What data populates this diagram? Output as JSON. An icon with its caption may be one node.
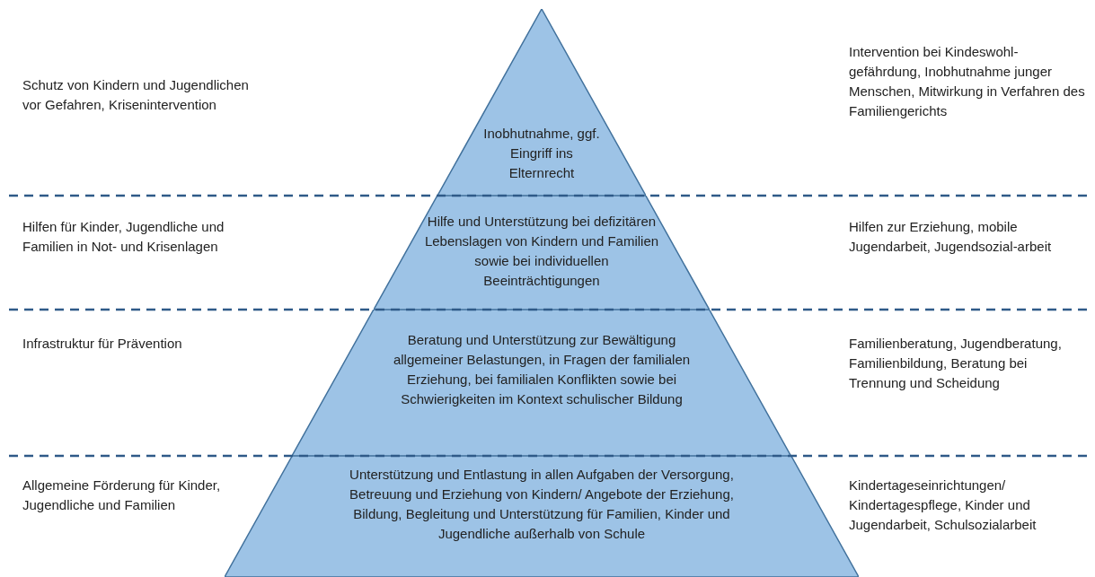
{
  "diagram": {
    "nodes": [
      {
        "text": [
          "Inobhutnahme, ggf. Eingriff ins Elternrecht"
        ]
      },
      {
        "text": [
          "Hilfe und Unterstützung bei defizitären Lebenslagen von Kindern und Familien sowie bei individuellen Beeinträchtigungen"
        ]
      },
      {
        "text": [
          "Beratung und Unterstützung zur Bewältigung allgemeiner Belastungen, in Fragen der familialen Erziehung, bei familialen Konflikten sowie bei Schwierigkeiten im Kontext schulischer Bildung"
        ]
      },
      {
        "text": [
          "Unterstützung und Entlastung in allen Aufgaben der Versorgung, Betreuung und Erziehung von Kindern/ Angebote der Erziehung, Bildung, Begleitung und Unterstützung für Familien, Kinder und Jugendliche außerhalb von Schule"
        ]
      }
    ],
    "labels": [
      "Schutz von Kindern und Jugendlichen vor Gefahren, Krisenintervention",
      "Intervention bei Kindeswohl-gefährdung, Inobhutnahme junger Menschen, Mitwirkung in Verfahren des Familiengerichts",
      "Hilfen für Kinder, Jugendliche und Familien in Not- und Krisenlagen",
      "Hilfen zur Erziehung, mobile Jugendarbeit, Jugendsozial-arbeit",
      "Infrastruktur für Prävention",
      "Familienberatung, Jugendberatung, Familienbildung, Beratung bei Trennung und Scheidung",
      "Allgemeine Förderung für Kinder, Jugendliche und Familien",
      "Kindertageseinrichtungen/ Kindertagespflege, Kinder und Jugendarbeit, Schulsozialarbeit"
    ]
  }
}
